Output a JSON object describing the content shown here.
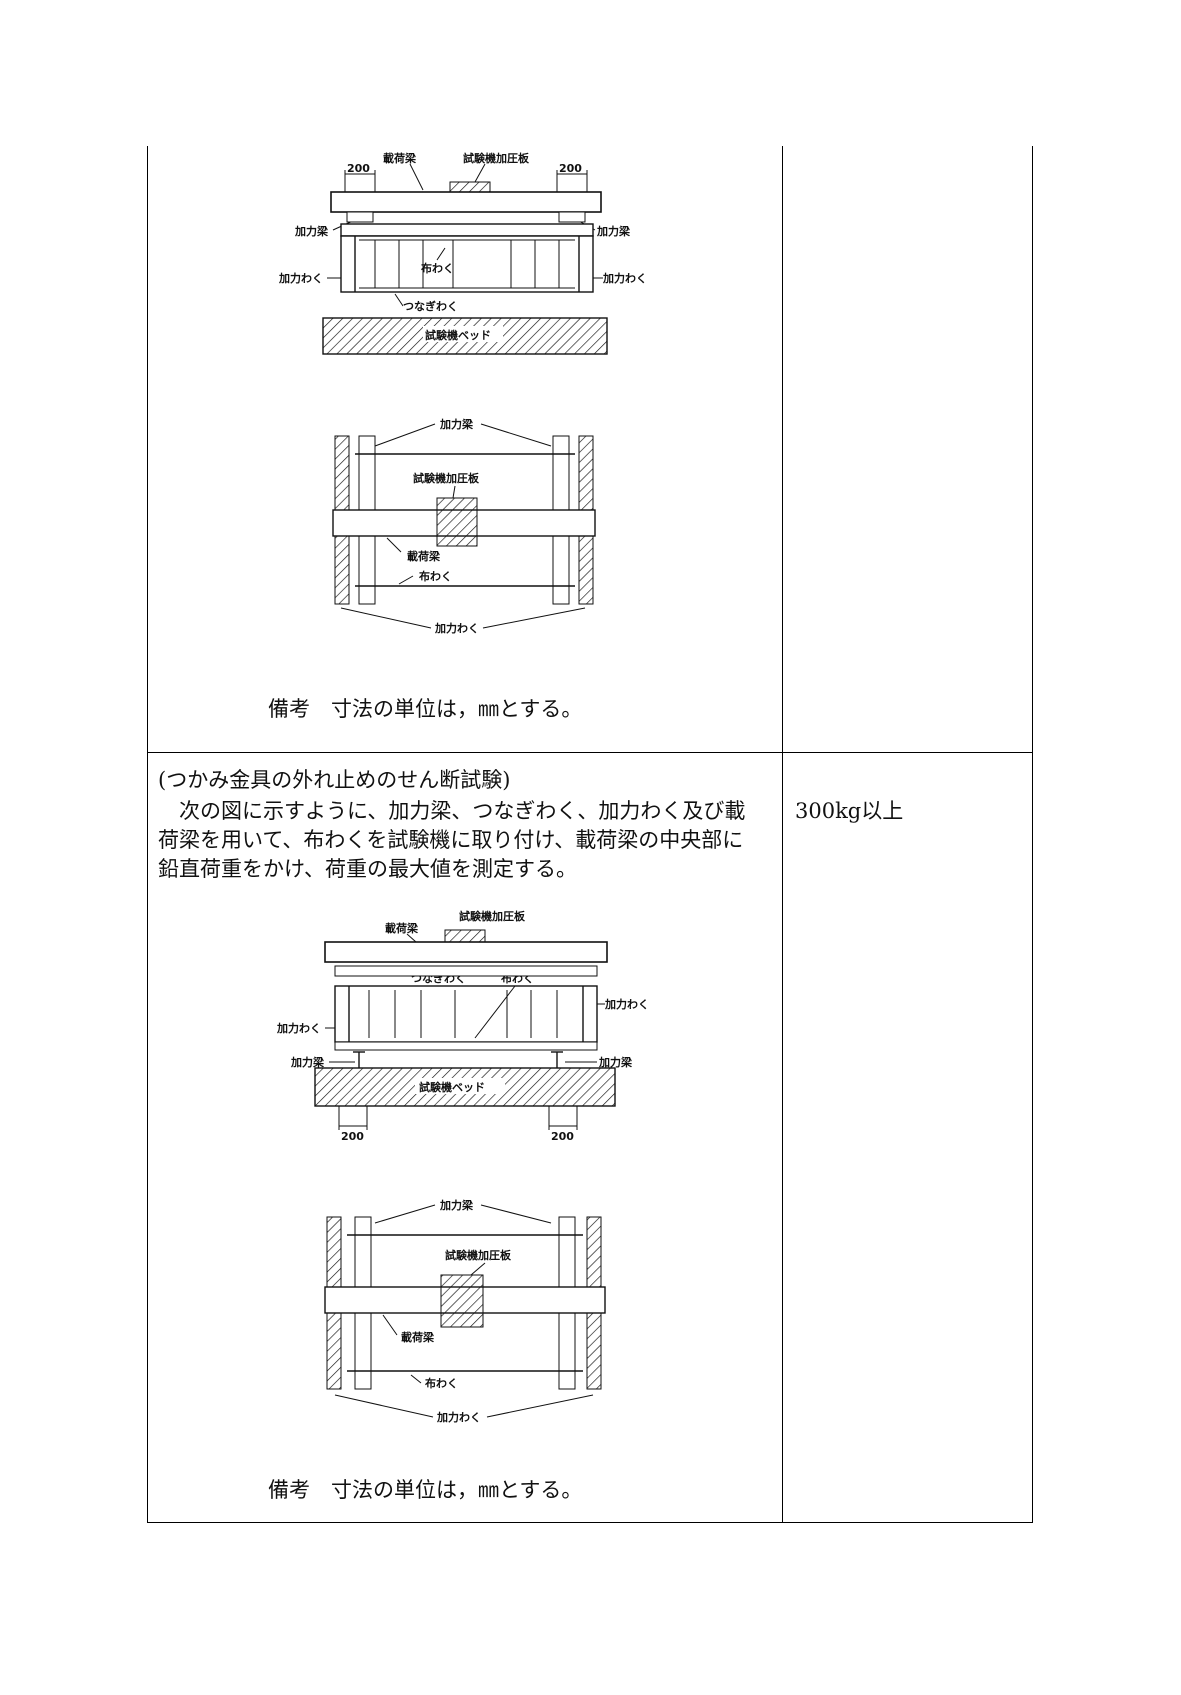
{
  "row1": {
    "figure1": {
      "labels": {
        "loading_beam": "載荷梁",
        "press_plate": "試験機加圧板",
        "dim_left": "200",
        "dim_right": "200",
        "force_beam_left": "加力梁",
        "force_beam_right": "加力梁",
        "force_frame_left": "加力わく",
        "force_frame_right": "加力わく",
        "cloth_frame": "布わく",
        "connect_frame": "つなぎわく",
        "bed": "試験機ベッド"
      }
    },
    "figure2": {
      "labels": {
        "force_beam": "加力梁",
        "press_plate": "試験機加圧板",
        "loading_beam": "載荷梁",
        "cloth_frame": "布わく",
        "force_frame": "加力わく"
      }
    },
    "note": "備考　寸法の単位は，㎜とする。"
  },
  "row2": {
    "heading": "(つかみ金具の外れ止めのせん断試験)",
    "body_lines": [
      "　次の図に示すように、加力梁、つなぎわく、加力わく及び載",
      "荷梁を用いて、布わくを試験機に取り付け、載荷梁の中央部に",
      "鉛直荷重をかけ、荷重の最大値を測定する。"
    ],
    "requirement": "300kg以上",
    "figure3": {
      "labels": {
        "loading_beam": "載荷梁",
        "press_plate": "試験機加圧板",
        "connect_frame": "つなぎわく",
        "cloth_frame": "布わく",
        "force_frame_left": "加力わく",
        "force_frame_right": "加力わく",
        "force_beam_left": "加力梁",
        "force_beam_right": "加力梁",
        "bed": "試験機ベッド",
        "dim_left": "200",
        "dim_right": "200"
      }
    },
    "figure4": {
      "labels": {
        "force_beam": "加力梁",
        "press_plate": "試験機加圧板",
        "loading_beam": "載荷梁",
        "cloth_frame": "布わく",
        "force_frame": "加力わく"
      }
    },
    "note": "備考　寸法の単位は，㎜とする。"
  }
}
